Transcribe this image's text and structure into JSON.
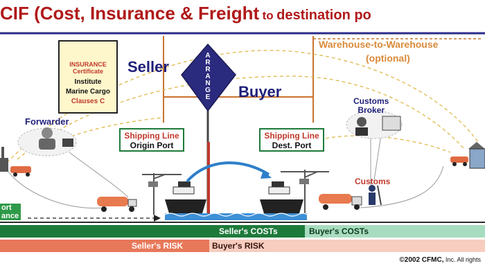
{
  "title": {
    "main": "CIF (Cost, Insurance & Freight",
    "connector": "to",
    "destination": "destination po"
  },
  "certificate": {
    "line1": "INSURANCE",
    "line2": "Certificate",
    "line3": "Institute",
    "line4": "Marine Cargo",
    "line5": "Clauses C"
  },
  "labels": {
    "seller": "Seller",
    "buyer": "Buyer",
    "arrange": "ARRANGE",
    "warehouse": "Warehouse-to-Warehouse",
    "optional": "(optional)",
    "forwarder": "Forwarder",
    "customs_broker_1": "Customs",
    "customs_broker_2": "Broker",
    "customs": "Customs",
    "origin_line": "Shipping Line",
    "origin_port": "Origin Port",
    "dest_line": "Shipping Line",
    "dest_port": "Dest. Port",
    "export_1": "ort",
    "export_2": "ance"
  },
  "bars": {
    "seller_costs": "Seller's COSTs",
    "buyer_costs": "Buyer's COSTs",
    "seller_risk": "Seller's RISK",
    "buyer_risk": "Buyer's RISK"
  },
  "copyright": {
    "prefix": "©2002 CFMC,",
    "suffix": "Inc. All rights"
  },
  "colors": {
    "title_red": "#b01919",
    "navy": "#1f1f7a",
    "cost_green": "#1e7a3a",
    "cost_light": "#a8dcc0",
    "risk_orange": "#e8785a",
    "risk_light": "#f6cdbf",
    "bracket_orange": "#c9732f"
  }
}
